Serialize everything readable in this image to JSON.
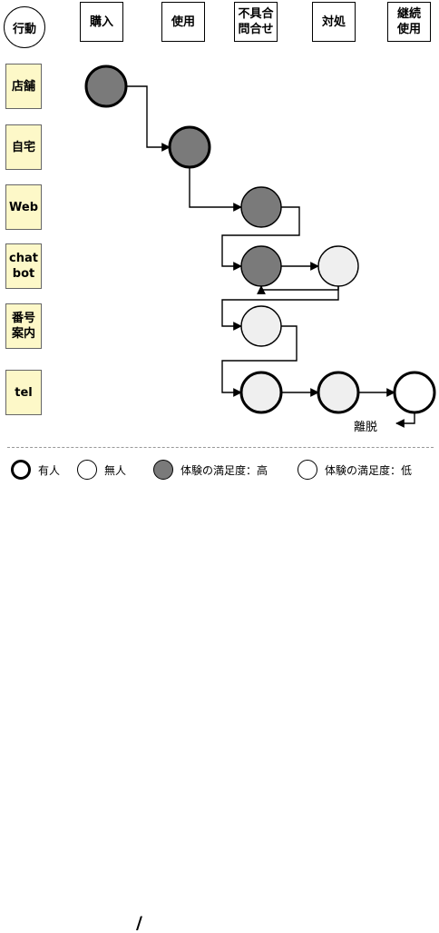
{
  "header": {
    "corner_label": "行動"
  },
  "columns": [
    "購入",
    "使用",
    "不具合\n問合せ",
    "対処",
    "継続\n使用"
  ],
  "rows": [
    "店舗",
    "自宅",
    "Web",
    "chat\nbot",
    "番号\n案内",
    "tel"
  ],
  "nodes": [
    {
      "id": "store-buy",
      "row": 0,
      "col": 0,
      "satisfaction": "high",
      "staffed": true
    },
    {
      "id": "home-use",
      "row": 1,
      "col": 1,
      "satisfaction": "high",
      "staffed": true
    },
    {
      "id": "web-issue",
      "row": 2,
      "col": 2,
      "satisfaction": "high",
      "staffed": false
    },
    {
      "id": "chatbot-issue",
      "row": 3,
      "col": 2,
      "satisfaction": "high",
      "staffed": false
    },
    {
      "id": "chatbot-handle",
      "row": 3,
      "col": 3,
      "satisfaction": "low",
      "staffed": false
    },
    {
      "id": "number-guide-issue",
      "row": 4,
      "col": 2,
      "satisfaction": "low",
      "staffed": false
    },
    {
      "id": "tel-issue",
      "row": 5,
      "col": 2,
      "satisfaction": "low",
      "staffed": true
    },
    {
      "id": "tel-handle",
      "row": 5,
      "col": 3,
      "satisfaction": "low",
      "staffed": true
    },
    {
      "id": "tel-continue",
      "row": 5,
      "col": 4,
      "satisfaction": "white",
      "staffed": true
    }
  ],
  "exit_label": "離脱",
  "legend": {
    "staffed": "有人",
    "unstaffed": "無人",
    "separator": "/",
    "high": "体験の満足度：高",
    "low": "体験の満足度：低"
  },
  "colors": {
    "high_fill": "#7a7a7a",
    "low_fill": "#efefef",
    "row_header_fill": "#fdf8c8",
    "line": "#000000"
  }
}
